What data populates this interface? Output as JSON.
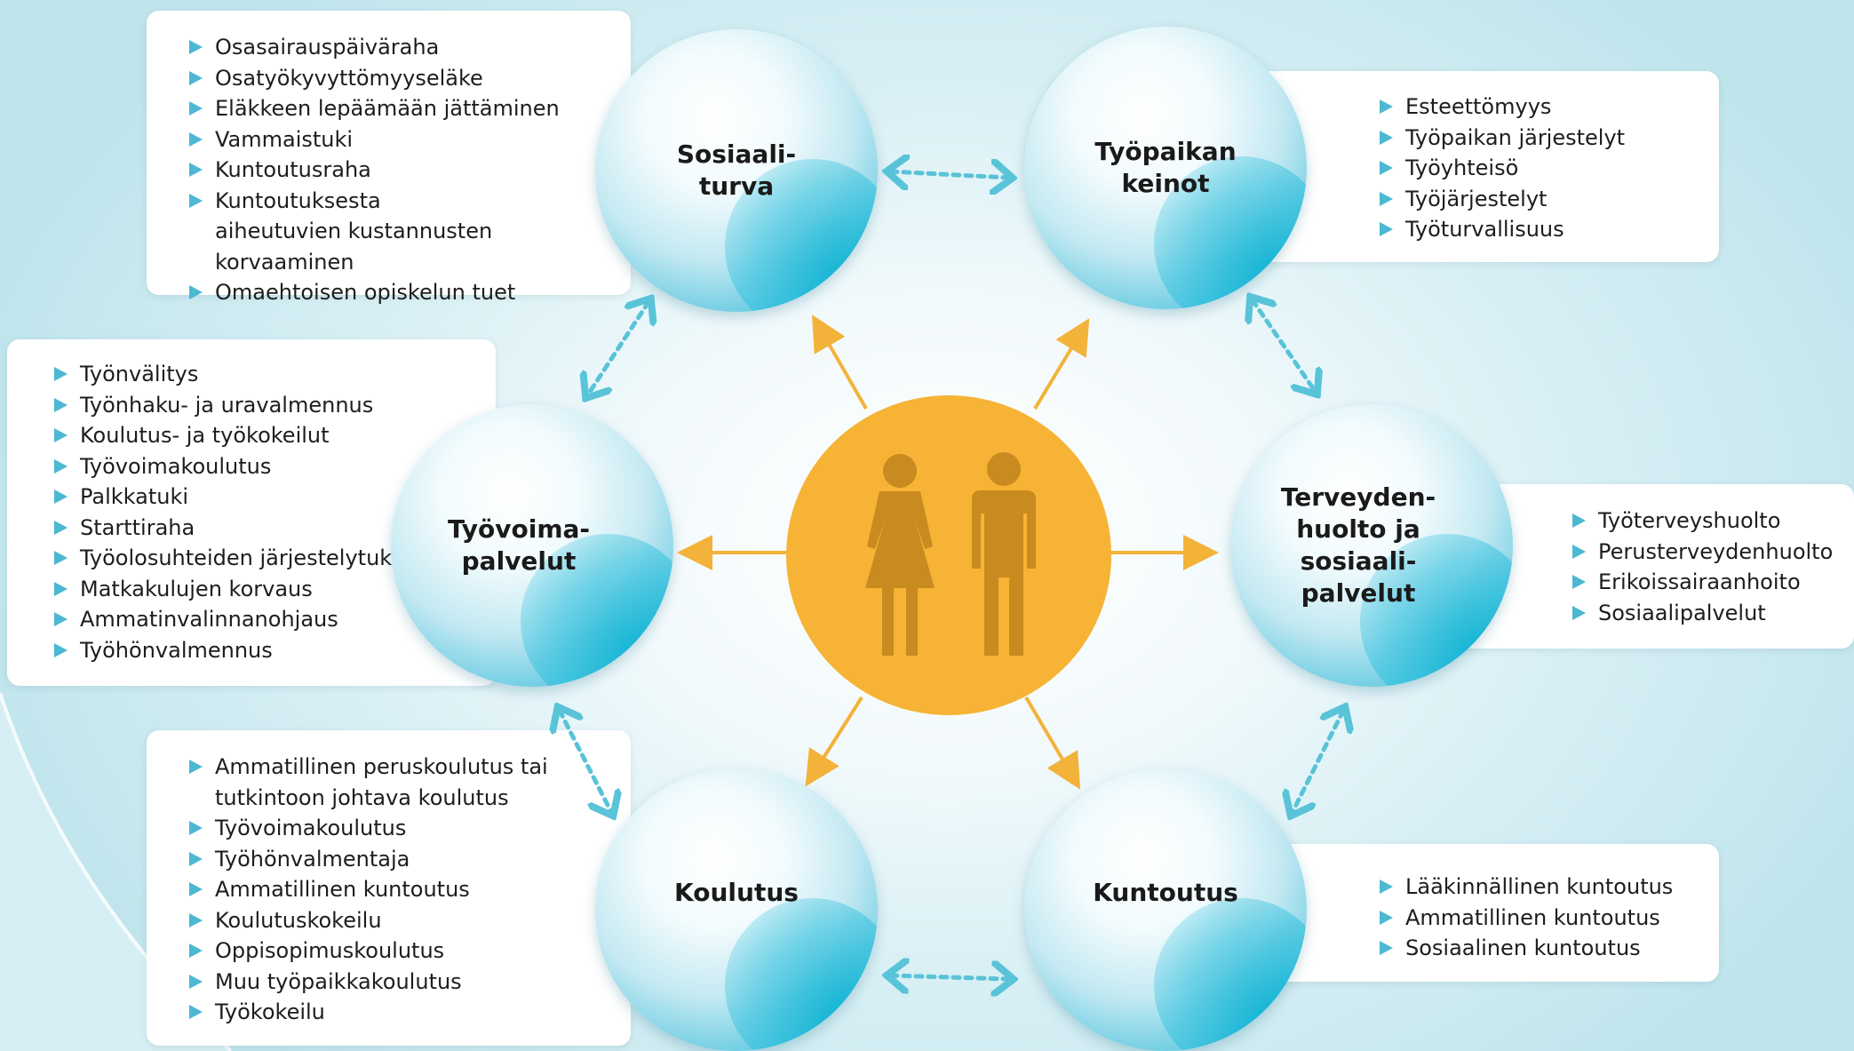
{
  "colors": {
    "bullet": "#4cb8d2",
    "connector": "#59c3d8",
    "center": "#f6b335",
    "center_icon": "#c98a1f",
    "arrow": "#f3b23a"
  },
  "icons": {
    "center_figures": "woman-and-man-icon"
  },
  "nodes": [
    {
      "id": "sosiaaliturva",
      "title": "Sosiaali-\nturva",
      "items": [
        "Osasairauspäiväraha",
        "Osatyökyvyttömyyseläke",
        "Eläkkeen lepäämään jättäminen",
        "Vammaistuki",
        "Kuntoutusraha",
        "Kuntoutuksesta aiheutuvien kustannusten korvaaminen",
        "Omaehtoisen opiskelun tuet"
      ]
    },
    {
      "id": "tyopaikan-keinot",
      "title": "Työpaikan\nkeinot",
      "items": [
        "Esteettömyys",
        "Työpaikan järjestelyt",
        "Työyhteisö",
        "Työjärjestelyt",
        "Työturvallisuus"
      ]
    },
    {
      "id": "tyovoimapalvelut",
      "title": "Työvoima-\npalvelut",
      "items": [
        "Työnvälitys",
        "Työnhaku- ja uravalmennus",
        "Koulutus- ja työkokeilut",
        "Työvoimakoulutus",
        "Palkkatuki",
        "Starttiraha",
        "Työolosuhteiden järjestelytuki",
        "Matkakulujen korvaus",
        "Ammatinvalinnanohjaus",
        "Työhönvalmennus"
      ]
    },
    {
      "id": "terveydenhuolto",
      "title": "Terveyden-\nhuolto ja\nsosiaali-\npalvelut",
      "items": [
        "Työterveyshuolto",
        "Perusterveydenhuolto",
        "Erikoissairaanhoito",
        "Sosiaalipalvelut"
      ]
    },
    {
      "id": "koulutus",
      "title": "Koulutus",
      "items": [
        "Ammatillinen peruskoulutus tai tutkintoon johtava koulutus",
        "Työvoimakoulutus",
        "Työhönvalmentaja",
        "Ammatillinen kuntoutus",
        "Koulutuskokeilu",
        "Oppisopimuskoulutus",
        "Muu työpaikkakoulutus",
        "Työkokeilu"
      ]
    },
    {
      "id": "kuntoutus",
      "title": "Kuntoutus",
      "items": [
        "Lääkinnällinen kuntoutus",
        "Ammatillinen kuntoutus",
        "Sosiaalinen kuntoutus"
      ]
    }
  ]
}
